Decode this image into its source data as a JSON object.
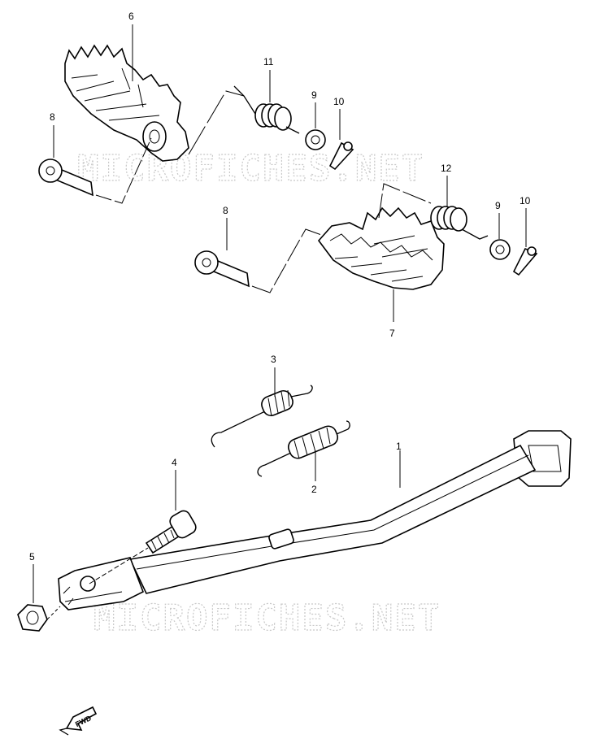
{
  "watermarks": [
    "MICROFICHES.NET",
    "MICROFICHES.NET"
  ],
  "parts": [
    {
      "ref": "1",
      "name": "side-stand"
    },
    {
      "ref": "2",
      "name": "side-stand-spring-lower"
    },
    {
      "ref": "3",
      "name": "side-stand-spring-upper"
    },
    {
      "ref": "4",
      "name": "side-stand-bolt"
    },
    {
      "ref": "5",
      "name": "side-stand-nut"
    },
    {
      "ref": "6",
      "name": "left-footrest"
    },
    {
      "ref": "7",
      "name": "right-footrest"
    },
    {
      "ref": "8",
      "name": "footrest-pin-left"
    },
    {
      "ref": "8",
      "name": "footrest-pin-right"
    },
    {
      "ref": "9",
      "name": "washer-left"
    },
    {
      "ref": "9",
      "name": "washer-right"
    },
    {
      "ref": "10",
      "name": "cotter-pin-left"
    },
    {
      "ref": "10",
      "name": "cotter-pin-right"
    },
    {
      "ref": "11",
      "name": "footrest-spring-left"
    },
    {
      "ref": "12",
      "name": "footrest-spring-right"
    }
  ],
  "fwd_label": "FWD"
}
